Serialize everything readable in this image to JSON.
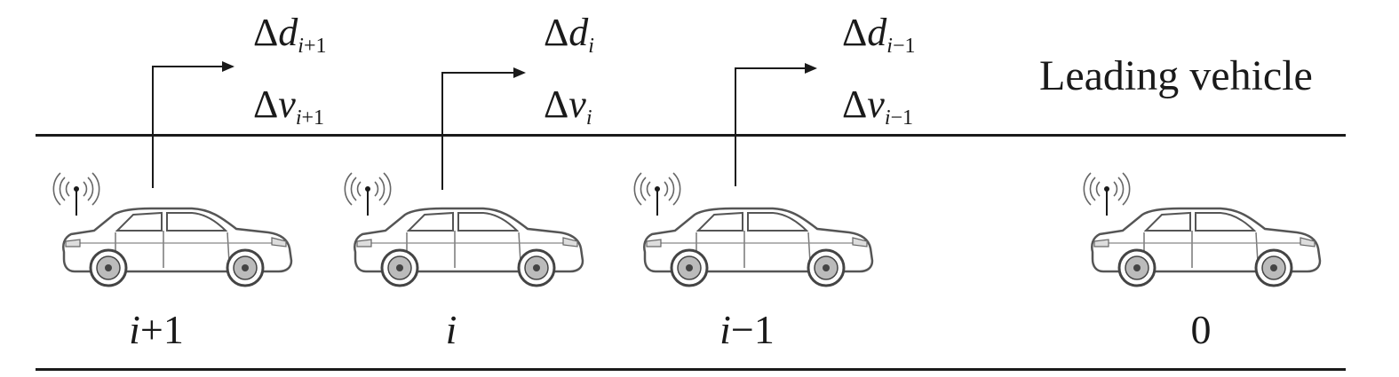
{
  "leading_label": "Leading vehicle",
  "vehicles": [
    {
      "index_var": "i",
      "index_op": "+",
      "index_num": "1",
      "has_signal": true,
      "sub_var": "i",
      "sub_rest": "+1"
    },
    {
      "index_var": "i",
      "index_op": "",
      "index_num": "",
      "has_signal": true,
      "sub_var": "i",
      "sub_rest": ""
    },
    {
      "index_var": "i",
      "index_op": "−",
      "index_num": "1",
      "has_signal": true,
      "sub_var": "i",
      "sub_rest": "−1"
    },
    {
      "index_var": "",
      "index_op": "",
      "index_num": "0",
      "has_signal": false
    }
  ],
  "symbols": {
    "delta": "Δ",
    "d": "d",
    "v": "v"
  },
  "colors": {
    "line": "#1a1a1a",
    "car": "#555555"
  }
}
